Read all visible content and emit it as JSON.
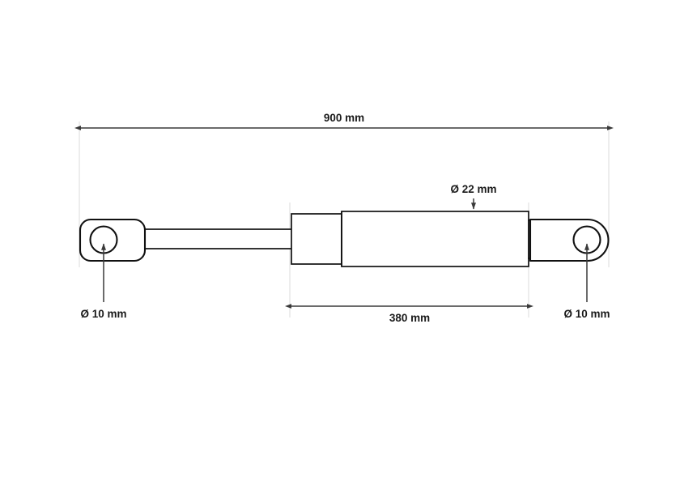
{
  "drawing": {
    "title": "Gas spring technical dimension drawing",
    "background_color": "#ffffff",
    "line_color": "#111111",
    "dimension_color": "#3a3a3a",
    "extension_line_color": "#e3e3e3",
    "text_color": "#1a1a1a"
  },
  "dimensions": {
    "overall_length": {
      "label": "900 mm",
      "value": 900,
      "unit": "mm",
      "position": "top",
      "arrow_style": "double"
    },
    "body_length": {
      "label": "380 mm",
      "value": 380,
      "unit": "mm",
      "position": "bottom",
      "arrow_style": "double"
    },
    "cylinder_diameter": {
      "label": "Ø 22 mm",
      "value": 22,
      "unit": "mm",
      "symbol": "Ø",
      "position": "top-right",
      "arrow_style": "single-down"
    },
    "eyelet_bore_left": {
      "label": "Ø 10 mm",
      "value": 10,
      "unit": "mm",
      "symbol": "Ø",
      "position": "bottom-left",
      "arrow_style": "single-up"
    },
    "eyelet_bore_right": {
      "label": "Ø 10 mm",
      "value": 10,
      "unit": "mm",
      "symbol": "Ø",
      "position": "bottom-right",
      "arrow_style": "single-up"
    }
  },
  "part": {
    "name": "gas-spring",
    "components": [
      {
        "name": "left-eyelet",
        "shape": "rounded-rectangle-with-bore"
      },
      {
        "name": "piston-rod",
        "shape": "thin-bar"
      },
      {
        "name": "seal-collar",
        "shape": "rectangle"
      },
      {
        "name": "cylinder-body",
        "shape": "rectangle"
      },
      {
        "name": "right-shank",
        "shape": "rectangle"
      },
      {
        "name": "right-eyelet",
        "shape": "rounded-end-with-bore"
      }
    ]
  }
}
